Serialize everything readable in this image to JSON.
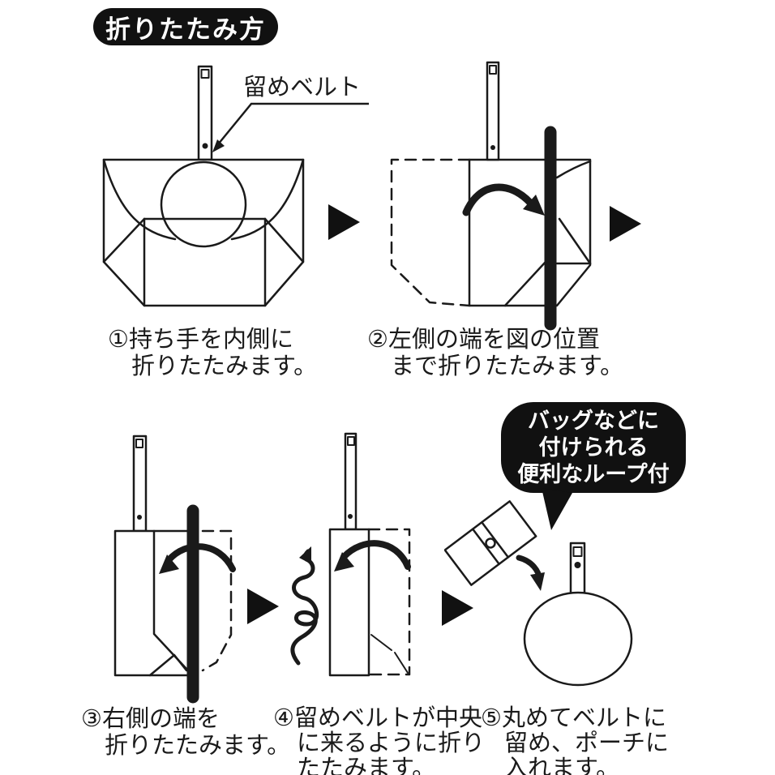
{
  "title": "折りたたみ方",
  "annotations": {
    "belt_label": "留めベルト"
  },
  "bubble": {
    "line1": "バッグなどに",
    "line2": "付けられる",
    "line3": "便利なループ付"
  },
  "steps": {
    "s1": {
      "num": "①",
      "line1": "持ち手を内側に",
      "line2": "折りたたみます。"
    },
    "s2": {
      "num": "②",
      "line1": "左側の端を図の位置",
      "line2": "まで折りたたみます。"
    },
    "s3": {
      "num": "③",
      "line1": "右側の端を",
      "line2": "折りたたみます。"
    },
    "s4": {
      "num": "④",
      "line1": "留めベルトが中央",
      "line2": "に来るように折り",
      "line3": "たたみます。"
    },
    "s5": {
      "num": "⑤",
      "line1": "丸めてベルトに",
      "line2": "留め、ポーチに",
      "line3": "入れます。"
    }
  },
  "colors": {
    "ink": "#1a1a1a",
    "bubble_bg": "#111111",
    "bg": "#ffffff"
  },
  "icons": {
    "step_arrow": "black-right-triangle",
    "fold_arrow": "thick-curved-arrow",
    "roll_arrow": "spiral-roll-arrow",
    "belt_pointer": "leader-line-arrow",
    "snap_button": "small-dot"
  }
}
